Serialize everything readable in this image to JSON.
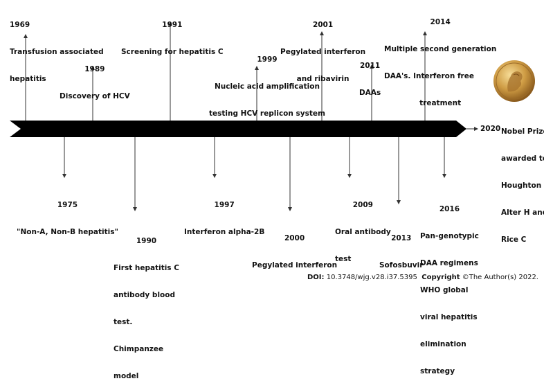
{
  "events": [
    {
      "id": "1969",
      "year": "1969",
      "lines": [
        "Transfusion associated",
        "hepatitis"
      ]
    },
    {
      "id": "1989",
      "year": "1989",
      "lines": [
        "Discovery of HCV"
      ]
    },
    {
      "id": "1991",
      "year": "1991",
      "lines": [
        "Screening for hepatitis C"
      ]
    },
    {
      "id": "1999",
      "year": "1999",
      "lines": [
        "Nucleic acid amplification",
        "testing HCV replicon system"
      ]
    },
    {
      "id": "2001",
      "year": "2001",
      "lines": [
        "Pegylated interferon",
        "and ribavirin"
      ]
    },
    {
      "id": "2011",
      "year": "2011",
      "lines": [
        "DAAs"
      ]
    },
    {
      "id": "2014",
      "year": "2014",
      "lines": [
        "Multiple second generation",
        "DAA's. Interferon free",
        "treatment"
      ]
    },
    {
      "id": "1975",
      "year": "1975",
      "lines": [
        "\"Non-A, Non-B hepatitis\""
      ]
    },
    {
      "id": "1990",
      "year": "1990",
      "lines": [
        "First hepatitis C",
        "antibody blood",
        "test.",
        "Chimpanzee",
        "model"
      ]
    },
    {
      "id": "1997",
      "year": "1997",
      "lines": [
        "Interferon alpha-2B"
      ]
    },
    {
      "id": "2000",
      "year": "2000",
      "lines": [
        "Pegylated interferon"
      ]
    },
    {
      "id": "2009",
      "year": "2009",
      "lines": [
        "Oral antibody",
        "test"
      ]
    },
    {
      "id": "2013",
      "year": "2013",
      "lines": [
        "Sofosbuvir"
      ]
    },
    {
      "id": "2016",
      "year": "2016",
      "lines": [
        "Pan-genotypic",
        "DAA regimens",
        "WHO global",
        "viral hepatitis",
        "elimination",
        "strategy"
      ]
    }
  ],
  "end_year": "2020",
  "nobel": {
    "lines": [
      "Nobel Prize",
      "awarded to",
      "Houghton M,",
      "Alter H and",
      "Rice C"
    ]
  },
  "footer": {
    "doi_label": "DOI:",
    "doi_value": " 10.3748/wjg.v28.i37.5395",
    "copyright_label": "Copyright",
    "copyright_value": " ©The Author(s) 2022."
  },
  "colors": {
    "arrow": "#000000",
    "text": "#111111",
    "medal": "#c8963e"
  }
}
